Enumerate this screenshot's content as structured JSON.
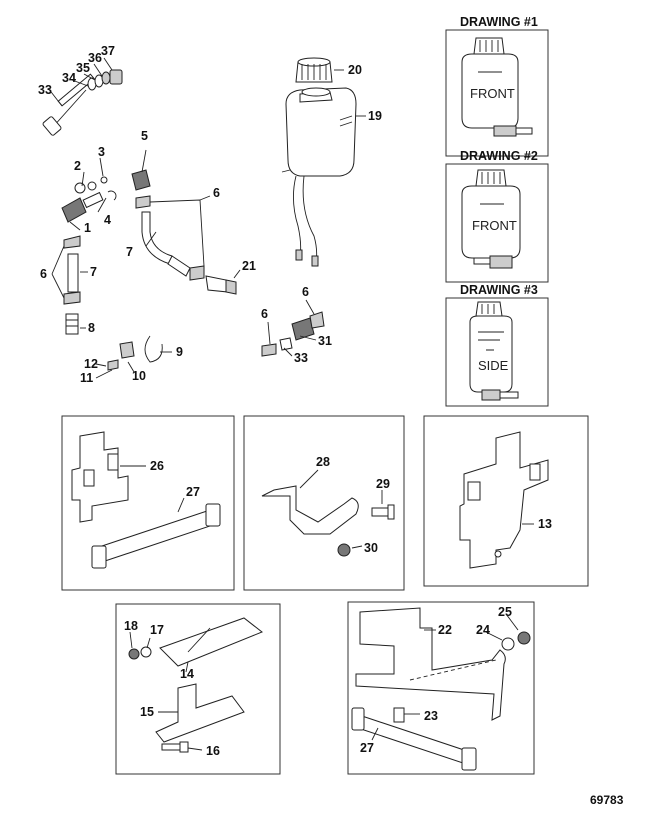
{
  "drawings": [
    {
      "title": "DRAWING #1",
      "bottle_label": "FRONT"
    },
    {
      "title": "DRAWING #2",
      "bottle_label": "FRONT"
    },
    {
      "title": "DRAWING #3",
      "bottle_label": "SIDE"
    }
  ],
  "callouts": {
    "c1": "1",
    "c2": "2",
    "c3": "3",
    "c4": "4",
    "c5": "5",
    "c6a": "6",
    "c6b": "6",
    "c6c": "6",
    "c6d": "6",
    "c7a": "7",
    "c7b": "7",
    "c8": "8",
    "c9": "9",
    "c10": "10",
    "c11": "11",
    "c12": "12",
    "c13": "13",
    "c14": "14",
    "c15": "15",
    "c16": "16",
    "c17": "17",
    "c18": "18",
    "c19": "19",
    "c20": "20",
    "c21": "21",
    "c22": "22",
    "c23": "23",
    "c24": "24",
    "c25": "25",
    "c26": "26",
    "c27a": "27",
    "c27b": "27",
    "c28": "28",
    "c29": "29",
    "c30": "30",
    "c31": "31",
    "c33a": "33",
    "c33b": "33",
    "c34": "34",
    "c35": "35",
    "c36": "36",
    "c37": "37"
  },
  "reference_number": "69783"
}
